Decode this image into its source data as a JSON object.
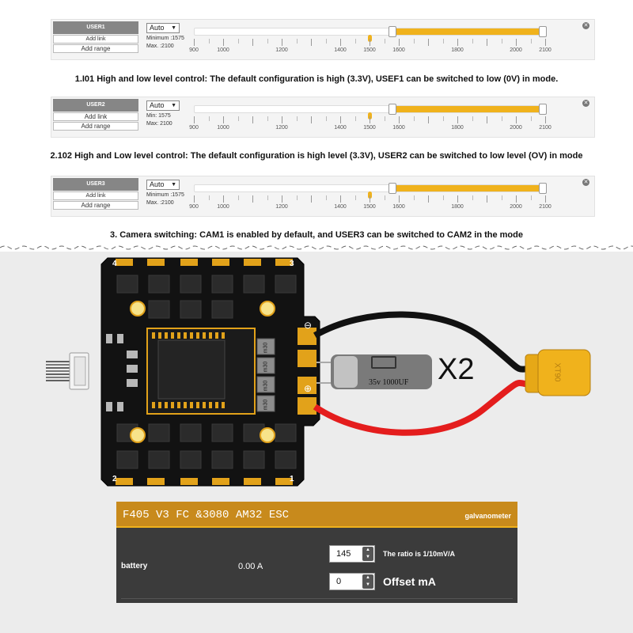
{
  "panels": [
    {
      "header": "USER1",
      "btn1": "Add link",
      "btn2": "Add range",
      "select": "Auto",
      "min": "Minimum :1575",
      "max": "Max. :2100"
    },
    {
      "header": "USER2",
      "btn1": "Add link",
      "btn2": "Add range",
      "select": "Auto",
      "min": "Min: 1575",
      "max": "Max: 2100"
    },
    {
      "header": "USER3",
      "btn1": "Add link",
      "btn2": "Add range",
      "select": "Auto",
      "min": "Minimum :1575",
      "max": "Max. :2100"
    }
  ],
  "ticks": [
    "900",
    "1000",
    "1200",
    "1400",
    "1500",
    "1600",
    "1800",
    "2000",
    "2100"
  ],
  "range": {
    "min": 900,
    "max": 2100,
    "low": 1575,
    "high": 2100,
    "marker": 1500
  },
  "captions": [
    "1.I01 High and low level control: The default configuration is high (3.3V), USEF1 can be switched to low (0V) in mode.",
    "2.102 High and Low level control: The default configuration is high level (3.3V), USER2 can be switched to low level (OV) in mode",
    "3. Camera switching: CAM1 is enabled by default, and USER3 can be switched to CAM2 in the mode"
  ],
  "board": {
    "corner_labels": [
      "4",
      "3",
      "2",
      "1"
    ],
    "cap_label": "35v 1000UF",
    "multiplier": "X2",
    "connector_label": "XT90",
    "polarity": [
      "⊖",
      "⊕"
    ],
    "cap_codes": [
      "m30",
      "m30",
      "m30",
      "m30"
    ]
  },
  "bottom": {
    "title": "F405 V3 FC &3080 AM32 ESC",
    "right_label": "galvanometer",
    "battery_label": "battery",
    "current": "0.00 A",
    "scale_value": "145",
    "ratio_text": "The ratio is 1/10mV/A",
    "offset_value": "0",
    "offset_text": "Offset mA"
  },
  "colors": {
    "accent": "#f0b21c",
    "panel_dark": "#3b3b3b",
    "header_orange": "#c88a1c"
  }
}
